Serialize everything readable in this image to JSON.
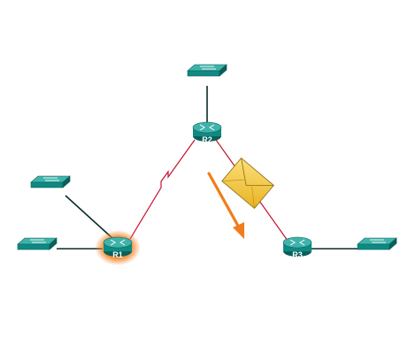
{
  "routers": [
    {
      "id": "r1",
      "label": "R1",
      "highlighted": true
    },
    {
      "id": "r2",
      "label": "R2",
      "highlighted": false
    },
    {
      "id": "r3",
      "label": "R3",
      "highlighted": false
    }
  ],
  "switches": [
    {
      "id": "sw-top"
    },
    {
      "id": "sw-left-upper"
    },
    {
      "id": "sw-left-lower"
    },
    {
      "id": "sw-right"
    }
  ],
  "links": [
    {
      "from": "sw-top",
      "to": "r2",
      "kind": "ethernet"
    },
    {
      "from": "sw-left-upper",
      "to": "r1",
      "kind": "ethernet"
    },
    {
      "from": "sw-left-lower",
      "to": "r1",
      "kind": "ethernet"
    },
    {
      "from": "r3",
      "to": "sw-right",
      "kind": "ethernet"
    },
    {
      "from": "r1",
      "to": "r2",
      "kind": "serial"
    },
    {
      "from": "r2",
      "to": "r3",
      "kind": "serial"
    }
  ],
  "packet": {
    "icon": "envelope-icon",
    "direction": "r2-to-r3"
  },
  "colors": {
    "device": "#0e8a82",
    "device_dark": "#0a5f5a",
    "device_light": "#3fb3aa",
    "ethernet": "#0b2a2a",
    "serial": "#c8102e",
    "arrow": "#f07d1b",
    "highlight": "#f07d1b",
    "envelope": "#f6c83c"
  }
}
